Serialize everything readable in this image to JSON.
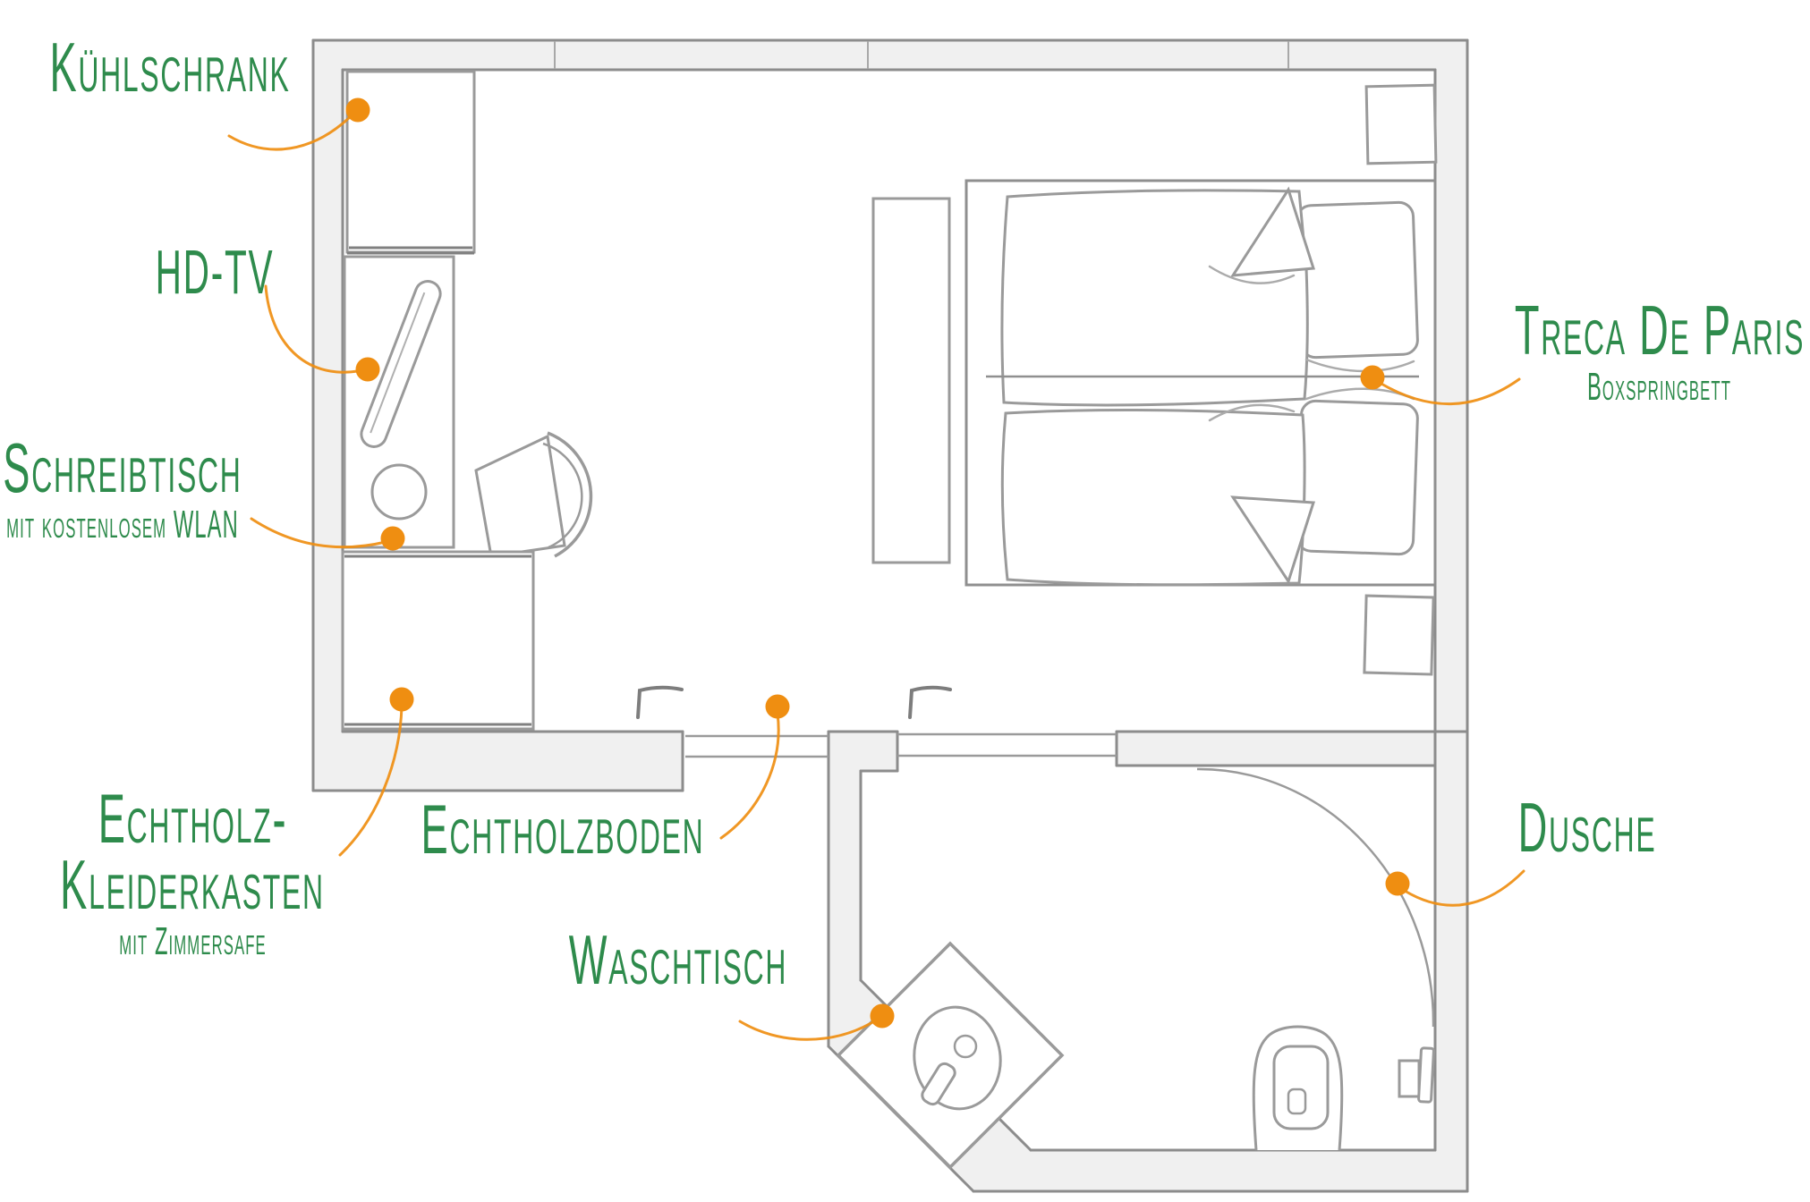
{
  "figure_type": "room-floor-plan",
  "colors": {
    "label_green": "#2e8b4c",
    "accent_orange": "#ef8e11",
    "wall_fill": "#f0f0f0",
    "wall_line": "#8c8c8c",
    "furniture_line": "#9a9a9a"
  },
  "annotations": {
    "kuehlschrank": {
      "label": "Kühlschrank"
    },
    "hdtv": {
      "label": "HD-TV"
    },
    "schreibtisch": {
      "label": "Schreibtisch",
      "sublabel": "mit kostenlosem WLAN"
    },
    "kleiderkasten": {
      "label_line1": "Echtholz-",
      "label_line2": "Kleiderkasten",
      "sublabel": "mit Zimmersafe"
    },
    "echtholzboden": {
      "label": "Echtholzboden"
    },
    "waschtisch": {
      "label": "Waschtisch"
    },
    "treca": {
      "label": "Treca De Paris",
      "sublabel": "Boxspringbett"
    },
    "dusche": {
      "label": "Dusche"
    }
  }
}
